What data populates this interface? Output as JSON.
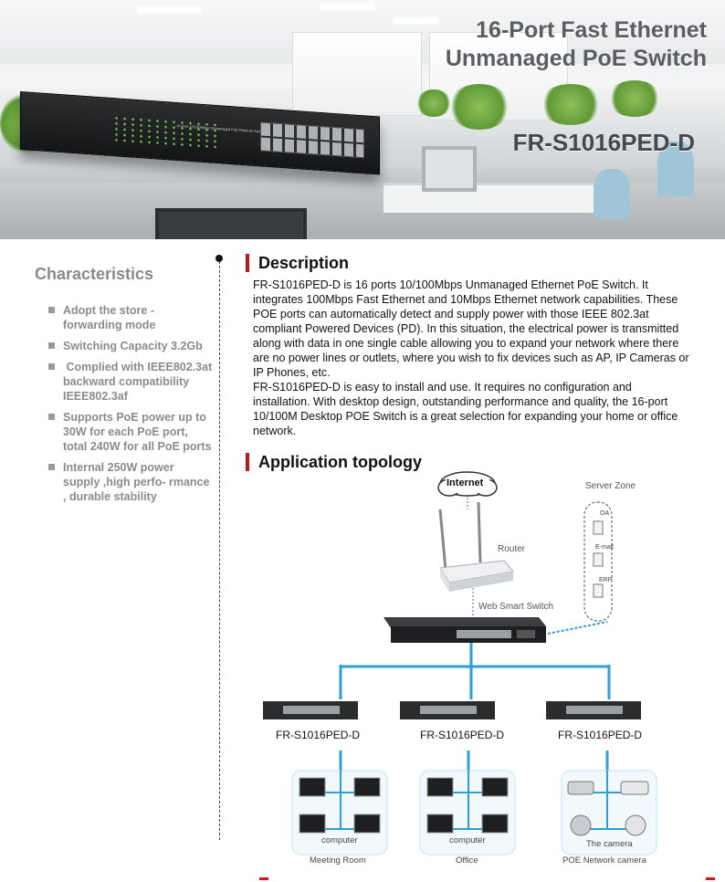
{
  "hero": {
    "title_line1": "16-Port Fast Ethernet",
    "title_line2": "Unmanaged PoE Switch",
    "model": "FR-S1016PED-D",
    "device_label": "16-Port 10/100Mbps Unmanaged PoE Ethernet Switch"
  },
  "characteristics": {
    "title": "Characteristics",
    "items": [
      "Adopt the store - forwarding mode",
      "Switching Capacity 3.2Gb",
      " Complied with IEEE802.3at backward compatibility IEEE802.3af",
      "Supports PoE power up to 30W for each PoE port, total 240W for all PoE ports",
      "Internal 250W power supply ,high perfo- rmance , durable stability"
    ]
  },
  "description": {
    "title": "Description",
    "para1": "FR-S1016PED-D is 16 ports 10/100Mbps Unmanaged Ethernet PoE Switch. It integrates 100Mbps Fast Ethernet and 10Mbps Ethernet network capabilities. These POE ports can automatically detect and supply power with those IEEE 802.3at compliant Powered Devices (PD). In this situation, the electrical power is transmitted along with data in one single cable allowing you to expand your network where there are no power lines or outlets, where you wish to fix devices such as AP, IP Cameras or IP Phones, etc.",
    "para2": "FR-S1016PED-D is easy to install and use. It requires no configuration and installation. With desktop design, outstanding performance and quality, the 16-port 10/100M Desktop POE Switch is a great selection for expanding your home or office network."
  },
  "topology": {
    "title": "Application topology",
    "internet": "Internet",
    "router": "Router",
    "server_zone": "Server Zone",
    "server_oa": "OA",
    "server_email": "E-mail",
    "server_erp": "ERP",
    "web_switch": "Web Smart Switch",
    "branch_models": [
      "FR-S1016PED-D",
      "FR-S1016PED-D",
      "FR-S1016PED-D"
    ],
    "computer": "computer",
    "camera_label": "The camera",
    "rooms": [
      "Meeting Room",
      "Office",
      "POE Network camera"
    ]
  },
  "colors": {
    "accent": "#c0161a",
    "line": "#2f9ed6",
    "muted": "#8b8b8b"
  }
}
